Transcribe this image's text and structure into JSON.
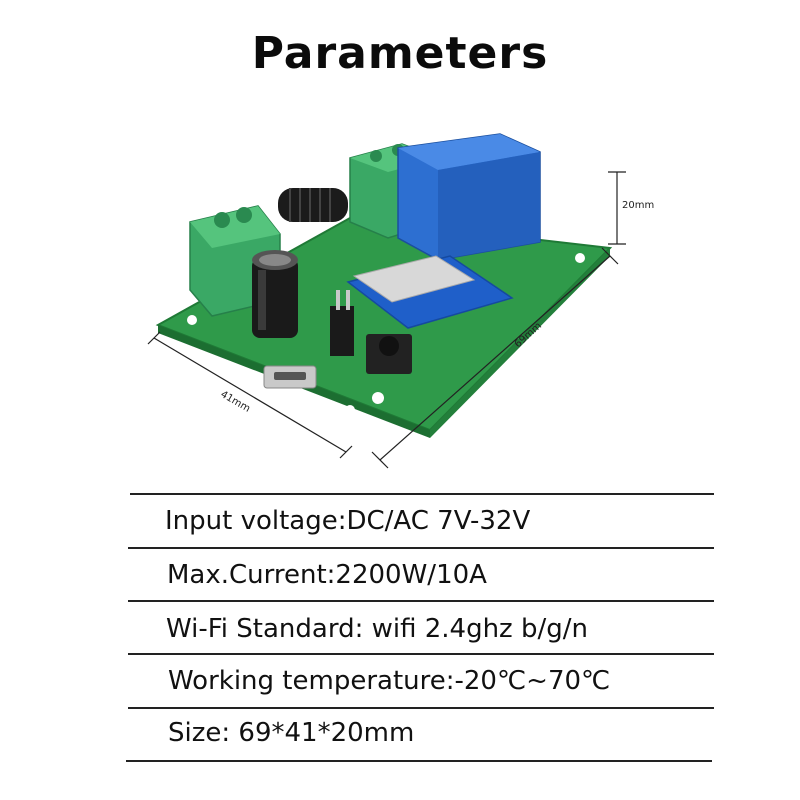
{
  "title": "Parameters",
  "dimensions": {
    "height": "20mm",
    "length": "69mm",
    "width": "41mm"
  },
  "specs": [
    {
      "text": "Input voltage:DC/AC 7V-32V"
    },
    {
      "text": "Max.Current:2200W/10A"
    },
    {
      "text": "Wi-Fi Standard: wifi 2.4ghz b/g/n"
    },
    {
      "text": "Working temperature:-20℃~70℃"
    },
    {
      "text": "Size:  69*41*20mm"
    }
  ],
  "colors": {
    "pcb": "#2f9a4a",
    "terminal": "#3aa865",
    "relay": "#2d6fd1",
    "wifi_module": "#1f5fc9",
    "capacitor": "#1a1a1a"
  }
}
